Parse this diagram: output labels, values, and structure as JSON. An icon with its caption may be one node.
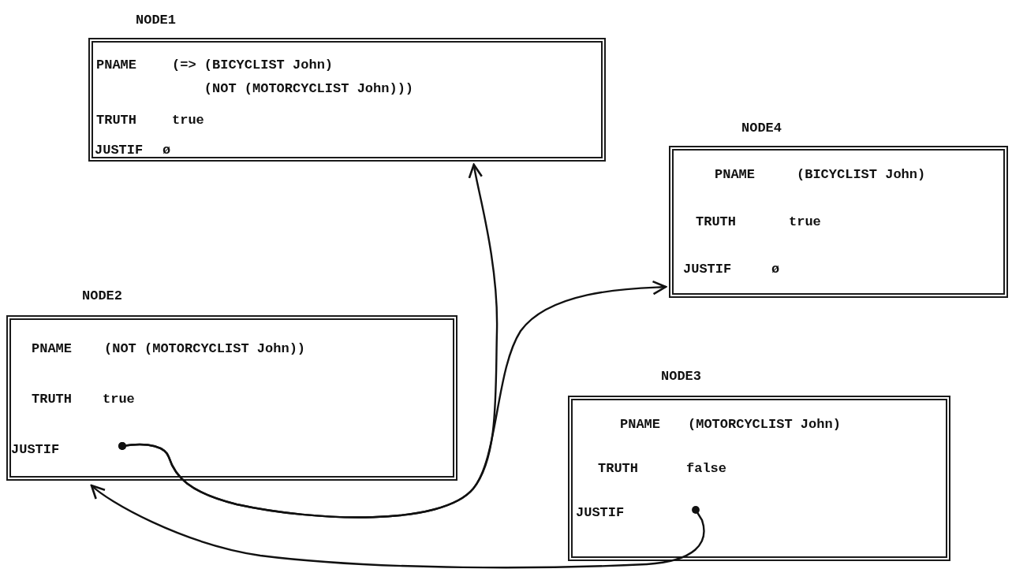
{
  "diagram": {
    "nodes": [
      {
        "text": [
          "NODE1",
          "PNAME",
          "(=> (BICYCLIST John) (NOT (MOTORCYCLIST John)))",
          "TRUTH",
          "true",
          "JUSTIF",
          "ø"
        ]
      },
      {
        "text": [
          "NODE4",
          "PNAME",
          "(BICYCLIST John)",
          "TRUTH",
          "true",
          "JUSTIF",
          "ø"
        ]
      },
      {
        "text": [
          "NODE2",
          "PNAME",
          "(NOT (MOTORCYCLIST John))",
          "TRUTH",
          "true",
          "JUSTIF"
        ]
      },
      {
        "text": [
          "NODE3",
          "PNAME",
          "(MOTORCYCLIST John)",
          "TRUTH",
          "false",
          "JUSTIF"
        ]
      }
    ],
    "edges": [
      {
        "from": 2,
        "to": 0,
        "arrow": "to"
      },
      {
        "from": 2,
        "to": 1,
        "arrow": "to"
      },
      {
        "from": 3,
        "to": 2,
        "arrow": "to"
      }
    ]
  }
}
